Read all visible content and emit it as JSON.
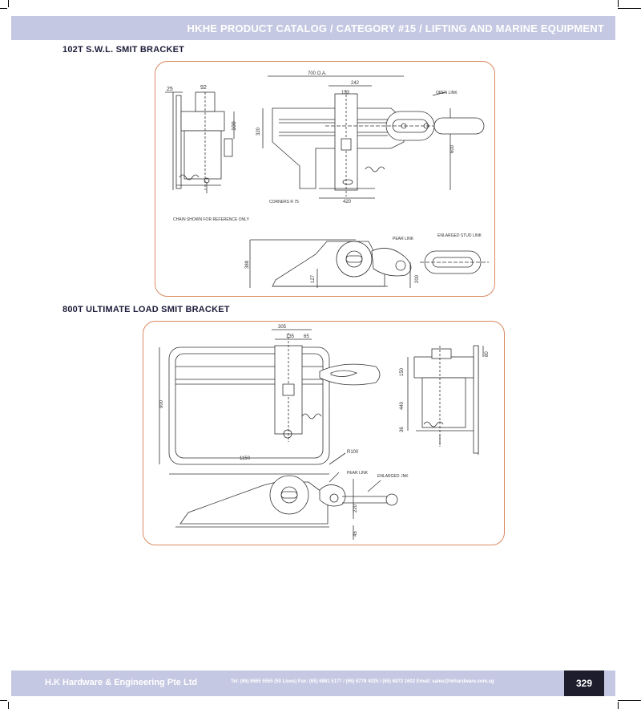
{
  "header": {
    "title": "HKHE PRODUCT CATALOG / CATEGORY #15 / LIFTING AND MARINE EQUIPMENT"
  },
  "section1": {
    "title": "102T S.W.L. SMIT BRACKET",
    "dims": {
      "d25": "25",
      "d92": "92",
      "d100": "100",
      "d700": "700 O.A.",
      "d242": "242",
      "d153": "153",
      "d320": "320",
      "d600": "600",
      "d420": "420",
      "d388": "388",
      "d127": "127",
      "d200": "200"
    },
    "labels": {
      "open_link": "OPEN LINK",
      "corners": "CORNERS  R 75",
      "chain_note": "CHAIN SHOWN FOR REFERENCE ONLY",
      "pear_link": "PEAR LINK",
      "enlarged_stud_link": "ENLARGED STUD LINK"
    }
  },
  "section2": {
    "title": "800T ULTIMATE LOAD SMIT BRACKET",
    "dims": {
      "d305": "305",
      "d135": "135",
      "d65": "65",
      "d900": "900",
      "d1150": "1150",
      "r100": "R100",
      "d80": "80",
      "d150": "150",
      "d440": "440",
      "d36": "36",
      "d220": "220",
      "d45": "45"
    },
    "labels": {
      "pear_link": "PEAR LINK",
      "enlarged_link": "ENLARGED .INK"
    }
  },
  "footer": {
    "company": "H.K Hardware & Engineering Pte Ltd",
    "contact": "Tel: (65) 6565 5555 (50 Lines)  Fax: (65) 6861 5177 / (65) 6778 4025 / (65) 6873 1602  Email: sales@hkhardware.com.sg",
    "page_number": "329"
  }
}
